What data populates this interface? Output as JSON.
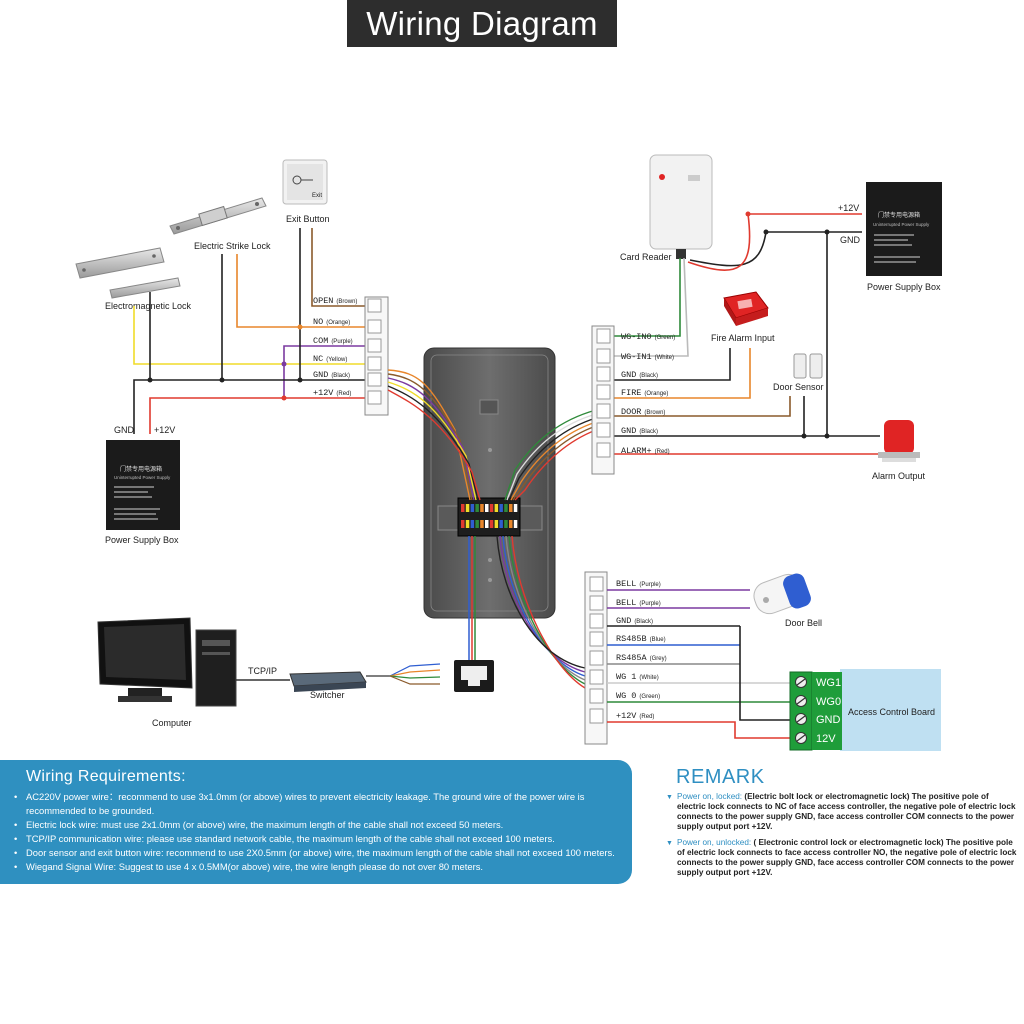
{
  "title": "Wiring Diagram",
  "devices": {
    "exit_button": "Exit Button",
    "electric_strike_lock": "Electric Strike Lock",
    "electromagnetic_lock": "Electromagnetic Lock",
    "power_supply_box_left": "Power Supply Box",
    "power_supply_box_right": "Power Supply Box",
    "card_reader": "Card Reader",
    "fire_alarm_input": "Fire Alarm Input",
    "door_sensor": "Door Sensor",
    "alarm_output": "Alarm Output",
    "door_bell": "Door Bell",
    "access_control_board": "Access Control Board",
    "computer": "Computer",
    "switcher": "Switcher",
    "tcp_ip": "TCP/IP"
  },
  "psu_left": {
    "gnd": "GND",
    "plus12": "+12V"
  },
  "psu_right": {
    "plus12": "+12V",
    "gnd": "GND"
  },
  "psu_label": {
    "cn": "门禁专用电源箱",
    "en": "Uninterrupted Power Supply"
  },
  "left_terminals": [
    {
      "name": "OPEN",
      "color": "(Brown)"
    },
    {
      "name": "NO",
      "color": "(Orange)"
    },
    {
      "name": "COM",
      "color": "(Purple)"
    },
    {
      "name": "NC",
      "color": "(Yellow)"
    },
    {
      "name": "GND",
      "color": "(Black)"
    },
    {
      "name": "+12V",
      "color": "(Red)"
    }
  ],
  "right_top_terminals": [
    {
      "name": "WG-IN0",
      "color": "(Green)"
    },
    {
      "name": "WG-IN1",
      "color": "(White)"
    },
    {
      "name": "GND",
      "color": "(Black)"
    },
    {
      "name": "FIRE",
      "color": "(Orange)"
    },
    {
      "name": "DOOR",
      "color": "(Brown)"
    },
    {
      "name": "GND",
      "color": "(Black)"
    },
    {
      "name": "ALARM+",
      "color": "(Red)"
    }
  ],
  "right_bottom_terminals": [
    {
      "name": "BELL",
      "color": "(Purple)"
    },
    {
      "name": "BELL",
      "color": "(Purple)"
    },
    {
      "name": "GND",
      "color": "(Black)"
    },
    {
      "name": "RS485B",
      "color": "(Blue)"
    },
    {
      "name": "RS485A",
      "color": "(Grey)"
    },
    {
      "name": "WG 1",
      "color": "(White)"
    },
    {
      "name": "WG 0",
      "color": "(Green)"
    },
    {
      "name": "+12V",
      "color": "(Red)"
    }
  ],
  "board_terminals": [
    "WG1",
    "WG0",
    "GND",
    "12V"
  ],
  "requirements": {
    "title": "Wiring Requirements:",
    "items": [
      "AC220V power wire：recommend to use 3x1.0mm (or above) wires to prevent electricity leakage. The ground wire of the power wire is recommended to be grounded.",
      "Electric lock wire: must use 2x1.0mm (or above) wire, the maximum length of the cable shall not exceed 50 meters.",
      "TCP/IP communication wire: please use standard network cable, the maximum length of the cable shall not exceed 100 meters.",
      "Door sensor and exit button wire: recommend to use 2X0.5mm (or above) wire, the maximum length of the cable shall not exceed 100 meters.",
      "Wiegand Signal Wire: Suggest to use 4 x 0.5MM(or above) wire, the wire length please do not over 80 meters."
    ]
  },
  "remark": {
    "title": "REMARK",
    "items": [
      {
        "lead": "Power on, locked:",
        "text": " (Electric bolt lock or electromagnetic lock) The positive pole of electric lock connects to NC of face access controller, the negative pole of electric lock connects to the power supply GND,  face access controller COM connects to the power supply output port +12V."
      },
      {
        "lead": "Power on, unlocked:",
        "text": " ( Electronic control lock or  electromagnetic lock) The positive pole of electric lock connects to face access controller NO, the negative pole of electric lock connects to the power supply GND, face access controller COM connects to the power supply output port +12V."
      }
    ]
  },
  "colors": {
    "title_bg": "#2d2d2d",
    "requirements_bg": "#2f90c0",
    "remark_accent": "#2f8fc2",
    "board_bg": "#bfe0f2",
    "terminal_green": "#1f9d3a",
    "wire_red": "#e03a2f",
    "wire_orange": "#e8862b",
    "wire_yellow": "#f0dc2a",
    "wire_purple": "#7b3aa0",
    "wire_brown": "#8a5a2b",
    "wire_green": "#2f8a3a",
    "wire_blue": "#2f5ed1"
  }
}
